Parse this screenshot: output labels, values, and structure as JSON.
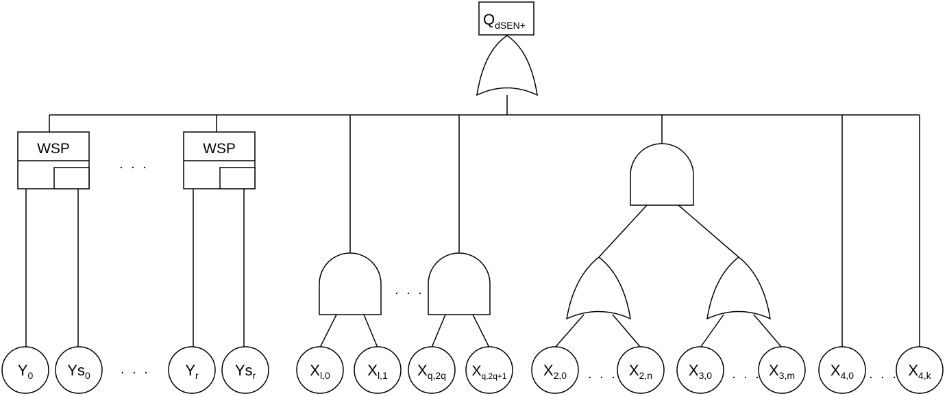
{
  "top_event": {
    "main": "Q",
    "sub": "dSEN+"
  },
  "wsp_gates": [
    {
      "label": "WSP"
    },
    {
      "label": "WSP"
    }
  ],
  "basic_events": [
    {
      "main": "Y",
      "sub": "0"
    },
    {
      "main": "Ys",
      "sub": "0"
    },
    {
      "main": "Y",
      "sub": "r"
    },
    {
      "main": "Ys",
      "sub": "r"
    },
    {
      "main": "X",
      "sub": "l,0"
    },
    {
      "main": "X",
      "sub": "l,1"
    },
    {
      "main": "X",
      "sub": "q,2q"
    },
    {
      "main": "X",
      "sub": "q,2q+1"
    },
    {
      "main": "X",
      "sub": "2,0"
    },
    {
      "main": "X",
      "sub": "2,n"
    },
    {
      "main": "X",
      "sub": "3,0"
    },
    {
      "main": "X",
      "sub": "3,m"
    },
    {
      "main": "X",
      "sub": "4,0"
    },
    {
      "main": "X",
      "sub": "4,k"
    }
  ],
  "ellipsis": ". . ."
}
